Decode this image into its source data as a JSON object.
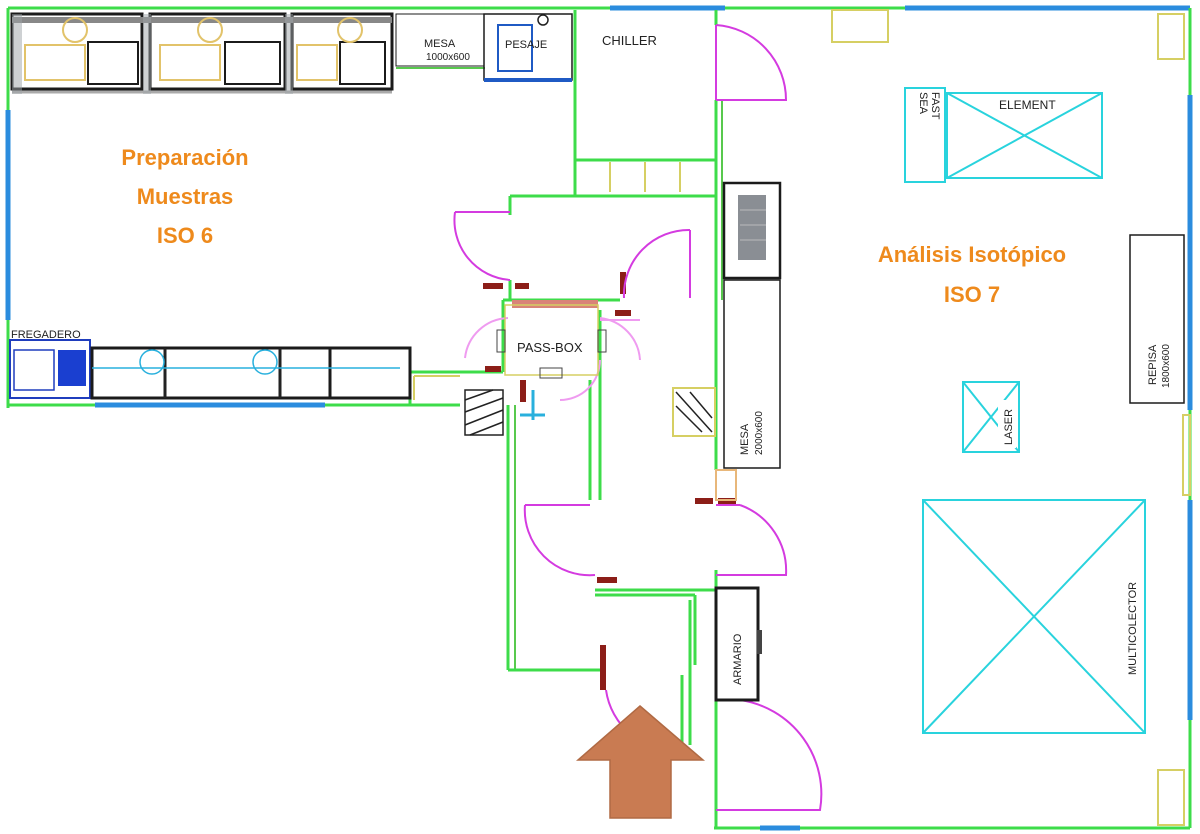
{
  "rooms": {
    "prep_line1": "Preparación",
    "prep_line2": "Muestras",
    "prep_line3": "ISO 6",
    "analysis_line1": "Análisis Isotópico",
    "analysis_line2": "ISO 7"
  },
  "labels": {
    "mesa_small_1": "MESA",
    "mesa_small_2": "1000x600",
    "pesaje": "PESAJE",
    "chiller": "CHILLER",
    "fregadero": "FREGADERO",
    "passbox": "PASS-BOX",
    "mesa_large_1": "MESA",
    "mesa_large_2": "2000x600",
    "armario": "ARMARIO",
    "seafast_1": "SEA",
    "seafast_2": "FAST",
    "element": "ELEMENT",
    "repisa_1": "REPISA",
    "repisa_2": "1800x600",
    "laser": "LASER",
    "multicolector": "MULTICOLECTOR"
  },
  "colors": {
    "room_label": "#ee8a1c",
    "wall": "#3ddc4a",
    "window": "#2b8cde",
    "door_swing": "#d43be0",
    "instrument": "#29d3dd",
    "entrance_arrow": "#c97b52"
  },
  "icons": {
    "entrance": "up-arrow-icon"
  }
}
